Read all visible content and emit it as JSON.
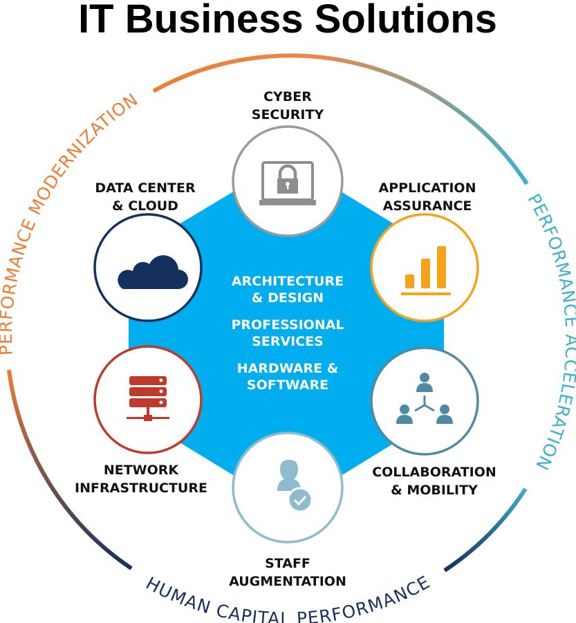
{
  "title": "IT Business Solutions",
  "ring_labels": {
    "left": "PERFORMANCE MODERNIZATION",
    "right": "PERFORMANCE ACCELERATION",
    "bottom": "HUMAN CAPITAL PERFORMANCE"
  },
  "center_items": [
    [
      "ARCHITECTURE",
      "& DESIGN"
    ],
    [
      "PROFESSIONAL",
      "SERVICES"
    ],
    [
      "HARDWARE &",
      "SOFTWARE"
    ]
  ],
  "nodes": [
    {
      "lines": [
        "CYBER",
        "SECURITY"
      ],
      "icon": "laptop-lock-icon",
      "color": "#9a9a9a"
    },
    {
      "lines": [
        "APPLICATION",
        "ASSURANCE"
      ],
      "icon": "bar-chart-icon",
      "color": "#f7a21b"
    },
    {
      "lines": [
        "COLLABORATION",
        "& MOBILITY"
      ],
      "icon": "people-network-icon",
      "color": "#4f8aa3"
    },
    {
      "lines": [
        "STAFF",
        "AUGMENTATION"
      ],
      "icon": "user-check-icon",
      "color": "#8dbccd"
    },
    {
      "lines": [
        "NETWORK",
        "INFRASTRUCTURE"
      ],
      "icon": "server-network-icon",
      "color": "#c0392b"
    },
    {
      "lines": [
        "DATA CENTER",
        "& CLOUD"
      ],
      "icon": "cloud-icon",
      "color": "#14305f"
    }
  ],
  "colors": {
    "hub": "#00aeef",
    "orange": "#ef7d33",
    "teal": "#3eb0cf",
    "navy": "#14305f"
  }
}
